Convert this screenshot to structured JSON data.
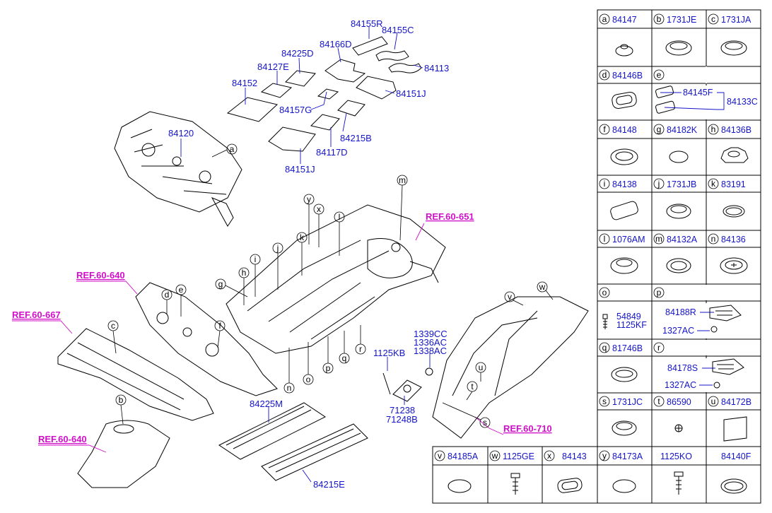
{
  "diagram_labels": {
    "p84155R": "84155R",
    "p84155C": "84155C",
    "p84166D": "84166D",
    "p84113": "84113",
    "p84225D": "84225D",
    "p84127E": "84127E",
    "p84152": "84152",
    "p84157G": "84157G",
    "p84151J_top": "84151J",
    "p84215B": "84215B",
    "p84117D": "84117D",
    "p84151J_bot": "84151J",
    "p84120": "84120",
    "p84225M": "84225M",
    "p84215E": "84215E",
    "p1339CC": "1339CC",
    "p1336AC": "1336AC",
    "p1338AC": "1338AC",
    "p1125KB": "1125KB",
    "p71238": "71238",
    "p71248B": "71248B"
  },
  "refs": {
    "ref651": "REF.60-651",
    "ref640a": "REF.60-640",
    "ref667": "REF.60-667",
    "ref640b": "REF.60-640",
    "ref710": "REF.60-710"
  },
  "callouts": {
    "a": "a",
    "b": "b",
    "c": "c",
    "d": "d",
    "e": "e",
    "f": "f",
    "g": "g",
    "h": "h",
    "i": "i",
    "j": "j",
    "k": "k",
    "l": "l",
    "m": "m",
    "n": "n",
    "o": "o",
    "p": "p",
    "q": "q",
    "r": "r",
    "s": "s",
    "t": "t",
    "u": "u",
    "v": "v",
    "w": "w",
    "x": "x",
    "y": "y"
  },
  "legend": {
    "a": {
      "letter": "a",
      "code": "84147"
    },
    "b": {
      "letter": "b",
      "code": "1731JE"
    },
    "c": {
      "letter": "c",
      "code": "1731JA"
    },
    "d": {
      "letter": "d",
      "code": "84146B"
    },
    "e": {
      "letter": "e",
      "code": "",
      "sub": [
        "84145F",
        "84133C"
      ]
    },
    "f": {
      "letter": "f",
      "code": "84148"
    },
    "g": {
      "letter": "g",
      "code": "84182K"
    },
    "h": {
      "letter": "h",
      "code": "84136B"
    },
    "i": {
      "letter": "i",
      "code": "84138"
    },
    "j": {
      "letter": "j",
      "code": "1731JB"
    },
    "k": {
      "letter": "k",
      "code": "83191"
    },
    "l": {
      "letter": "l",
      "code": "1076AM"
    },
    "m": {
      "letter": "m",
      "code": "84132A"
    },
    "n": {
      "letter": "n",
      "code": "84136"
    },
    "o": {
      "letter": "o",
      "code": "",
      "sub": [
        "54849",
        "1125KF"
      ]
    },
    "p": {
      "letter": "p",
      "code": "",
      "sub": [
        "84188R",
        "1327AC"
      ]
    },
    "q": {
      "letter": "q",
      "code": "81746B"
    },
    "r": {
      "letter": "r",
      "code": "",
      "sub": [
        "84178S",
        "1327AC"
      ]
    },
    "s": {
      "letter": "s",
      "code": "1731JC"
    },
    "t": {
      "letter": "t",
      "code": "86590"
    },
    "u": {
      "letter": "u",
      "code": "84172B"
    },
    "v": {
      "letter": "v",
      "code": "84185A"
    },
    "w": {
      "letter": "w",
      "code": "1125GE"
    },
    "x": {
      "letter": "x",
      "code": "84143"
    },
    "y": {
      "letter": "y",
      "code": "84173A"
    },
    "z1": {
      "letter": "",
      "code": "1125KO"
    },
    "z2": {
      "letter": "",
      "code": "84140F"
    }
  }
}
